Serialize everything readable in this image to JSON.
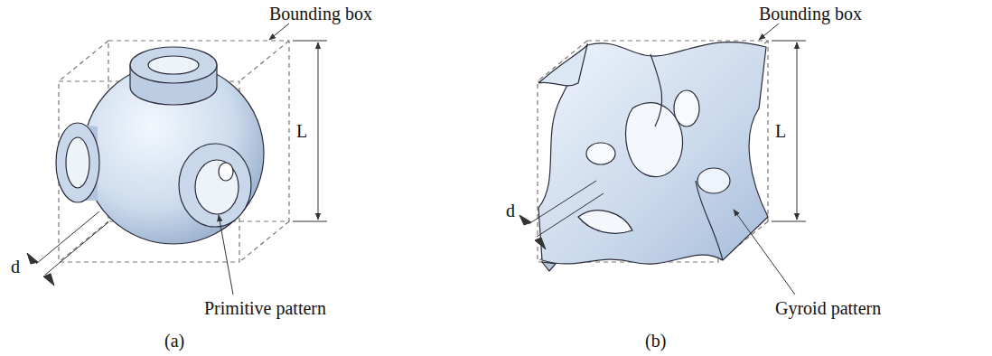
{
  "diagram": {
    "labels": [
      "Bounding box",
      "L",
      "d",
      "Primitive pattern",
      "(a)",
      "Bounding box",
      "L",
      "d",
      "Gyroid pattern",
      "(b)"
    ]
  }
}
